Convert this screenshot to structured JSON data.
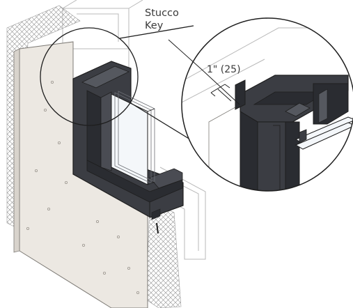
{
  "callouts": {
    "stucco_key_line1": "Stucco",
    "stucco_key_line2": "Key",
    "dimension": "1\" (25)"
  },
  "colors": {
    "frame": "#3b3d43",
    "frame_dark": "#2a2c31",
    "frame_light": "#55585f",
    "stucco": "#ece8e2",
    "mesh": "#8a8a8a",
    "structure_line": "#b9b9b9",
    "glass": "#f4f7fa",
    "outline": "#1e1e1e"
  }
}
